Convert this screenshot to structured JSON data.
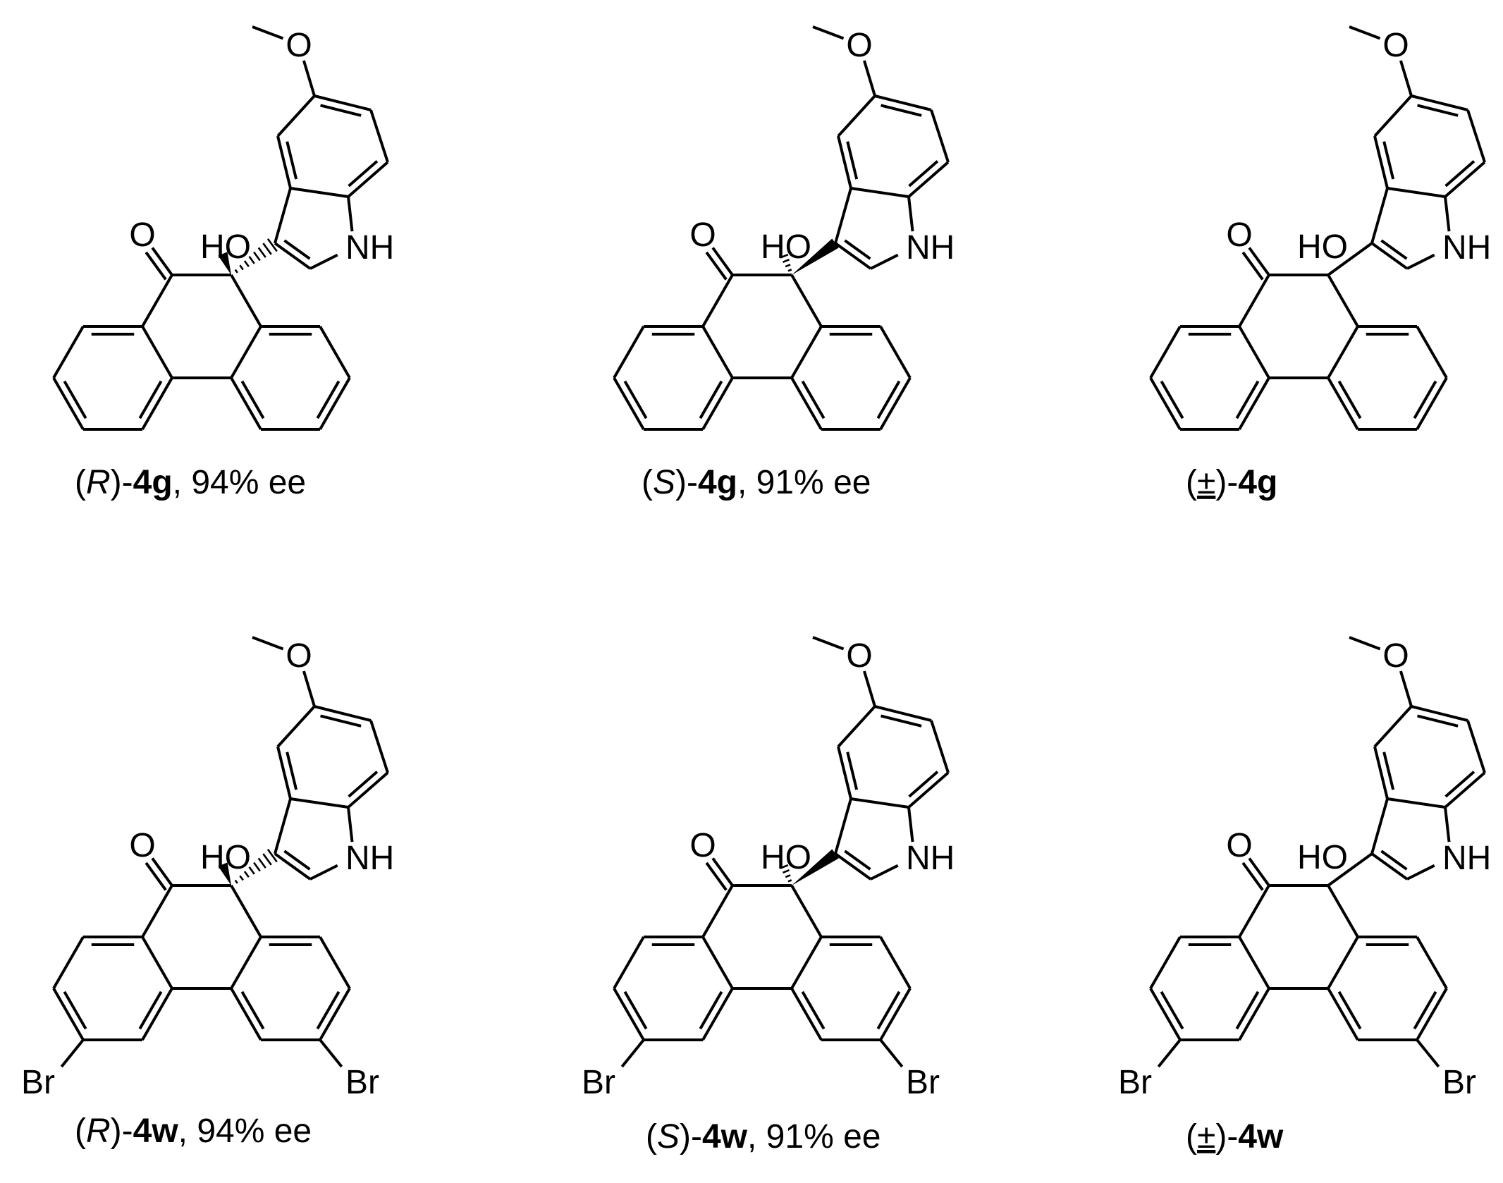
{
  "structures": [
    {
      "id": "R-4g",
      "atoms": {
        "methoxy_o": "O",
        "carbonyl_o": "O",
        "hydroxyl": "HO",
        "indole_nh": "NH"
      },
      "stereo": "R",
      "caption": {
        "open": "(",
        "descriptor": "R",
        "close": ")-",
        "compound": "4g",
        "rest": ", 94% ee"
      }
    },
    {
      "id": "S-4g",
      "atoms": {
        "methoxy_o": "O",
        "carbonyl_o": "O",
        "hydroxyl": "HO",
        "indole_nh": "NH"
      },
      "stereo": "S",
      "caption": {
        "open": "(",
        "descriptor": "S",
        "close": ")-",
        "compound": "4g",
        "rest": ", 91% ee"
      }
    },
    {
      "id": "rac-4g",
      "atoms": {
        "methoxy_o": "O",
        "carbonyl_o": "O",
        "hydroxyl": "HO",
        "indole_nh": "NH"
      },
      "stereo": "racemic",
      "caption": {
        "open": "(",
        "descriptor": "±",
        "close": ")-",
        "compound": "4g",
        "rest": ""
      }
    },
    {
      "id": "R-4w",
      "atoms": {
        "methoxy_o": "O",
        "carbonyl_o": "O",
        "hydroxyl": "HO",
        "indole_nh": "NH",
        "bromo_left": "Br",
        "bromo_right": "Br"
      },
      "stereo": "R",
      "caption": {
        "open": "(",
        "descriptor": "R",
        "close": ")-",
        "compound": "4w",
        "rest": ", 94% ee"
      }
    },
    {
      "id": "S-4w",
      "atoms": {
        "methoxy_o": "O",
        "carbonyl_o": "O",
        "hydroxyl": "HO",
        "indole_nh": "NH",
        "bromo_left": "Br",
        "bromo_right": "Br"
      },
      "stereo": "S",
      "caption": {
        "open": "(",
        "descriptor": "S",
        "close": ")-",
        "compound": "4w",
        "rest": ", 91% ee"
      }
    },
    {
      "id": "rac-4w",
      "atoms": {
        "methoxy_o": "O",
        "carbonyl_o": "O",
        "hydroxyl": "HO",
        "indole_nh": "NH",
        "bromo_left": "Br",
        "bromo_right": "Br"
      },
      "stereo": "racemic",
      "caption": {
        "open": "(",
        "descriptor": "±",
        "close": ")-",
        "compound": "4w",
        "rest": ""
      }
    }
  ]
}
